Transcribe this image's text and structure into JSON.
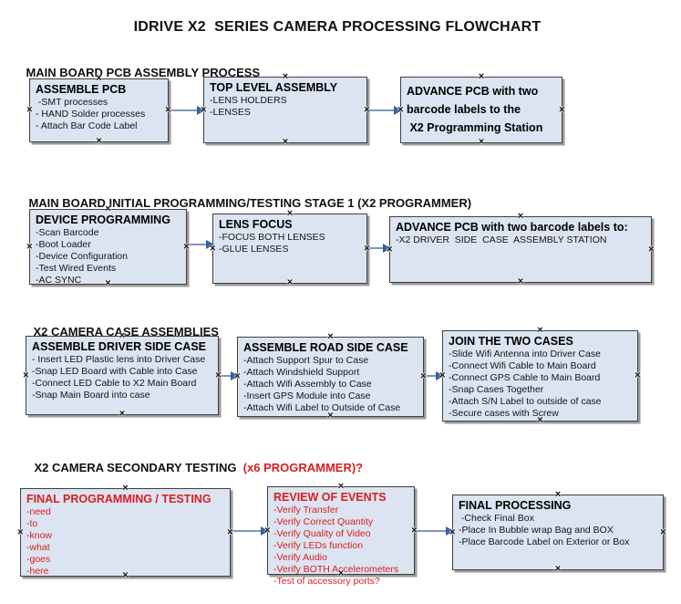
{
  "title": "IDRIVE X2  SERIES CAMERA PROCESSING FLOWCHART",
  "colors": {
    "box_fill": "#dce4f1",
    "box_border": "#3f3f3f",
    "box_shadow": "#9b9b9b",
    "arrow_line": "#7b97bd",
    "arrow_head": "#35619c",
    "red_text": "#d91e1e",
    "black_text": "#111111"
  },
  "icons": {
    "connection_point": "×"
  },
  "sections": [
    {
      "header": "MAIN BOARD PCB ASSEMBLY PROCESS",
      "boxes": [
        {
          "title": "ASSEMBLE PCB",
          "items": [
            " -SMT processes",
            "- HAND Solder processes",
            "- Attach Bar Code Label"
          ]
        },
        {
          "title": "TOP LEVEL ASSEMBLY",
          "items": [
            "-LENS HOLDERS",
            "-LENSES"
          ]
        },
        {
          "title": "",
          "items": [
            "ADVANCE PCB with two",
            "barcode labels to the",
            " X2 Programming Station"
          ]
        }
      ]
    },
    {
      "header": "MAIN BOARD INITIAL PROGRAMMING/TESTING STAGE 1 (X2 PROGRAMMER)",
      "boxes": [
        {
          "title": "DEVICE PROGRAMMING",
          "items": [
            "-Scan Barcode",
            "-Boot Loader",
            "-Device Configuration",
            "-Test Wired Events",
            "-AC SYNC"
          ]
        },
        {
          "title": "LENS FOCUS",
          "items": [
            "-FOCUS BOTH LENSES",
            "-GLUE LENSES"
          ]
        },
        {
          "title": "ADVANCE PCB with two barcode labels to:",
          "items": [
            "-X2 DRIVER  SIDE  CASE  ASSEMBLY STATION"
          ]
        }
      ]
    },
    {
      "header": "X2 CAMERA CASE ASSEMBLIES",
      "boxes": [
        {
          "title": "ASSEMBLE DRIVER SIDE CASE",
          "items": [
            "- Insert LED Plastic lens into Driver Case",
            "-Snap LED Board with Cable into Case",
            "-Connect LED Cable to X2 Main Board",
            "-Snap Main Board into case"
          ]
        },
        {
          "title": "ASSEMBLE ROAD SIDE CASE",
          "items": [
            "-Attach Support Spur to Case",
            "-Attach Windshield Support",
            "-Attach Wifi Assembly to Case",
            "-Insert GPS Module into Case",
            "-Attach Wifi Label to Outside of Case"
          ]
        },
        {
          "title": "JOIN THE TWO CASES",
          "items": [
            "-Slide Wifi Antenna into Driver Case",
            "-Connect Wifi Cable to Main Board",
            "-Connect GPS Cable to Main Board",
            "-Snap Cases Together",
            "-Attach S/N Label to outside of case",
            "-Secure cases with Screw"
          ]
        }
      ]
    },
    {
      "header": "X2 CAMERA SECONDARY TESTING  ",
      "header_red": "(x6 PROGRAMMER)?",
      "boxes": [
        {
          "title": "FINAL PROGRAMMING / TESTING",
          "items": [
            "-need",
            "-to",
            "-know",
            "-what",
            "-goes",
            "-here"
          ]
        },
        {
          "title": "REVIEW OF EVENTS",
          "items": [
            "-Verify Transfer",
            "-Verify Correct Quantity",
            "-Verify Quality of Video",
            "-Verify LEDs function",
            "-Verify Audio",
            "-Verify BOTH Accelerometers",
            "-Test of accessory ports?"
          ]
        },
        {
          "title": "FINAL PROCESSING",
          "items": [
            " -Check Final Box",
            "-Place In Bubble wrap Bag and BOX",
            "-Place Barcode Label on Exterior or Box"
          ]
        }
      ]
    }
  ]
}
